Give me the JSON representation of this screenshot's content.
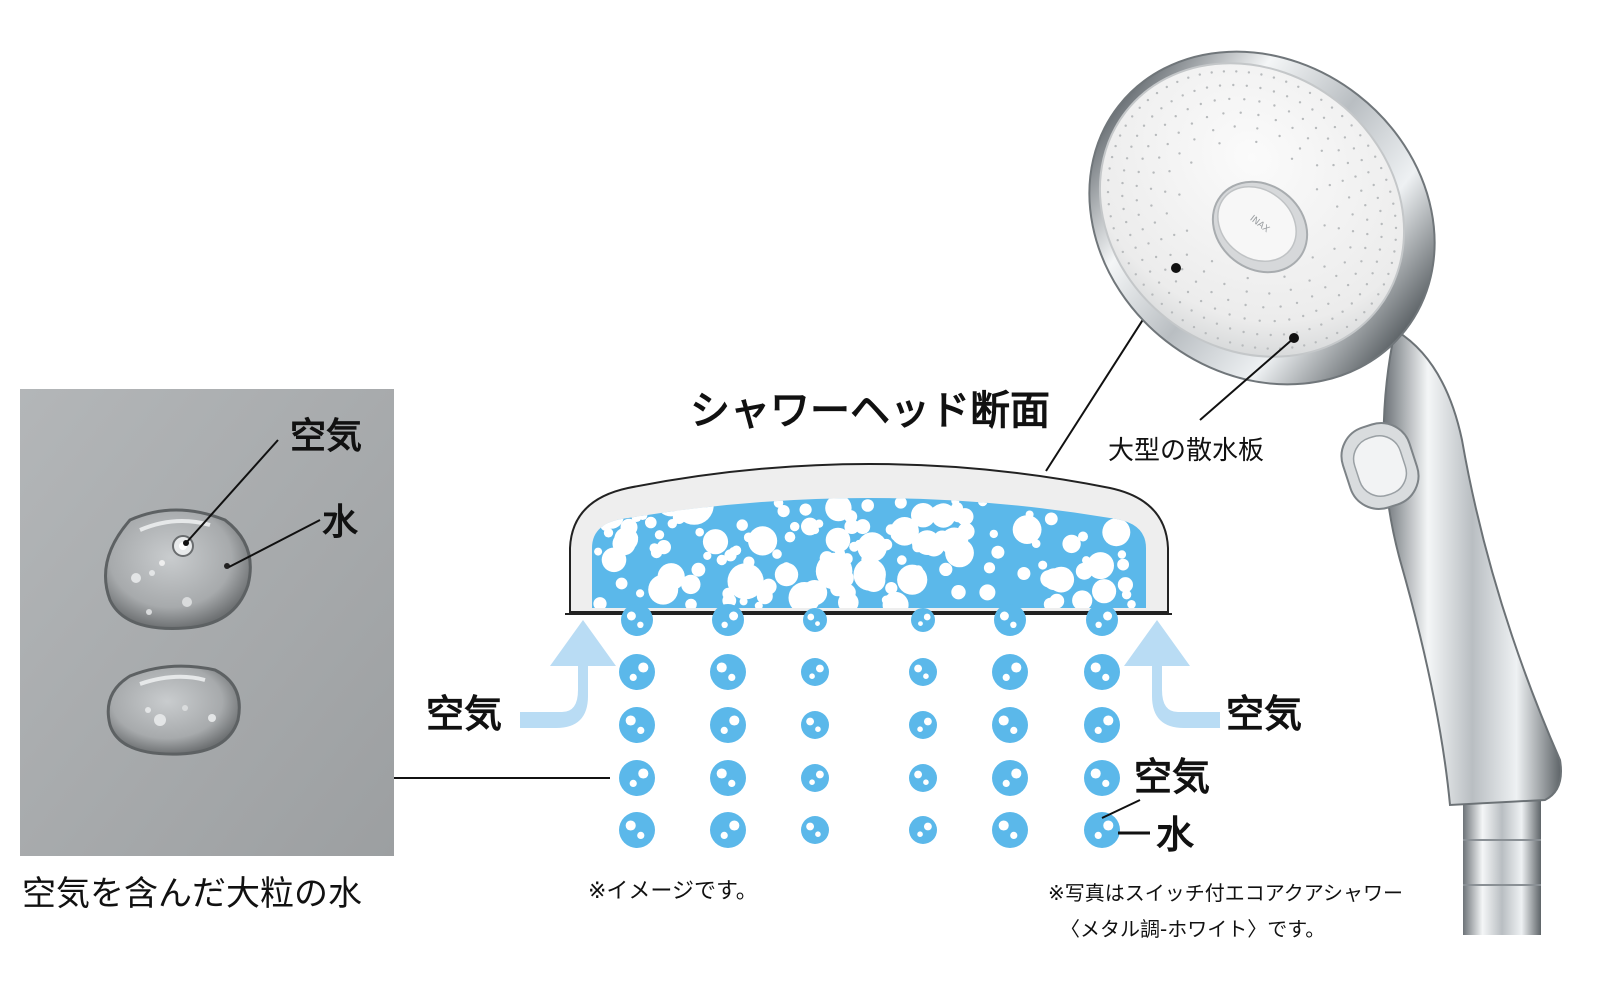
{
  "photo": {
    "label_air": "空気",
    "label_water": "水",
    "caption": "空気を含んだ大粒の水"
  },
  "diagram": {
    "title": "シャワーヘッド断面",
    "air_left": "空気",
    "air_right": "空気",
    "drop_air": "空気",
    "drop_water": "水",
    "note": "※イメージです。"
  },
  "product": {
    "label_plate": "大型の散水板",
    "button_text": "INAX",
    "note_line1": "※写真はスイッチ付エコアクアシャワー",
    "note_line2": "〈メタル調-ホワイト〉です。"
  },
  "colors": {
    "water_blue": "#5bb8ea",
    "air_arrow": "#b9dcf4",
    "head_shell": "#eeeeee",
    "photo_bg": "#a9acae"
  }
}
